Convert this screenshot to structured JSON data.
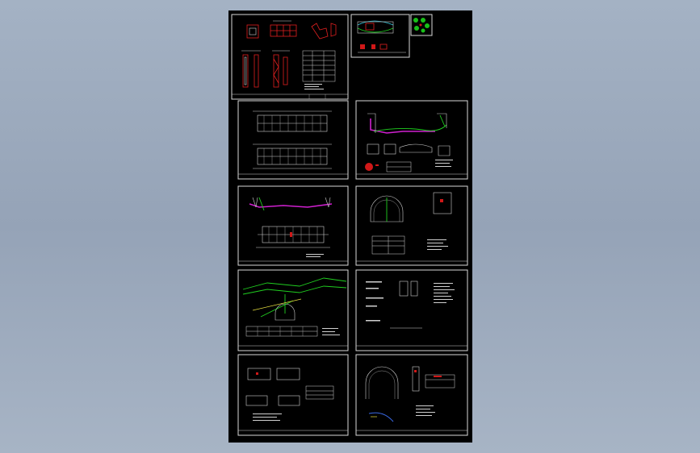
{
  "sheet": {
    "panels": [
      {
        "id": "p1",
        "kind": "detail-sheet"
      },
      {
        "id": "p2",
        "kind": "legend"
      },
      {
        "id": "p3",
        "kind": "longitudinal-views"
      },
      {
        "id": "p4",
        "kind": "portal-section"
      },
      {
        "id": "p5",
        "kind": "portal-elevation"
      },
      {
        "id": "p6",
        "kind": "tunnel-section"
      },
      {
        "id": "p7",
        "kind": "profile-green"
      },
      {
        "id": "p8",
        "kind": "notes-sheet"
      },
      {
        "id": "p9",
        "kind": "detail-blocks"
      },
      {
        "id": "p10",
        "kind": "arch-section"
      }
    ]
  },
  "colors": {
    "canvas": "#000000",
    "background": "#9eacbf",
    "line": "#cfcfcf",
    "red": "#e02020",
    "magenta": "#d020d0",
    "green": "#20d020",
    "cyan": "#30c8e0",
    "blue": "#3a6ae8",
    "yellow": "#e8e040"
  }
}
